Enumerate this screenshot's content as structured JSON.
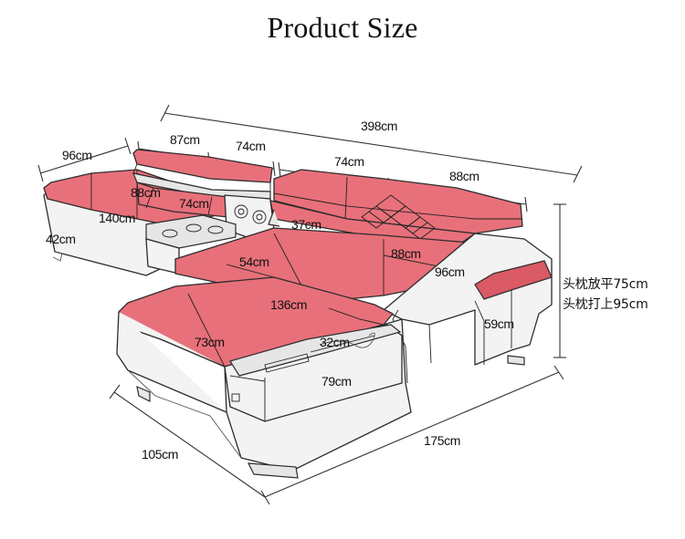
{
  "title": "Product Size",
  "dimensions": {
    "total_length": "398cm",
    "left_depth": "96cm",
    "headrest_left_width": "87cm",
    "headrest_mid_width": "74cm",
    "backrest_center_width": "74cm",
    "backrest_right_width": "88cm",
    "left_seat_depth": "88cm",
    "left_seat_width": "74cm",
    "left_length": "140cm",
    "left_height": "42cm",
    "seat_depth": "37cm",
    "seat_width_54": "54cm",
    "right_seat_88": "88cm",
    "right_seat_96": "96cm",
    "chaise_length": "136cm",
    "arm_height": "59cm",
    "chaise_width": "73cm",
    "console_width": "32cm",
    "console_length": "79cm",
    "chaise_total_length": "175cm",
    "chaise_total_width": "105cm"
  },
  "side_notes": {
    "line1": "头枕放平75cm",
    "line2": "头枕打上95cm"
  },
  "colors": {
    "cushion": "#e8707a",
    "frame": "#f3f3f3",
    "outline": "#2d2d2d"
  }
}
